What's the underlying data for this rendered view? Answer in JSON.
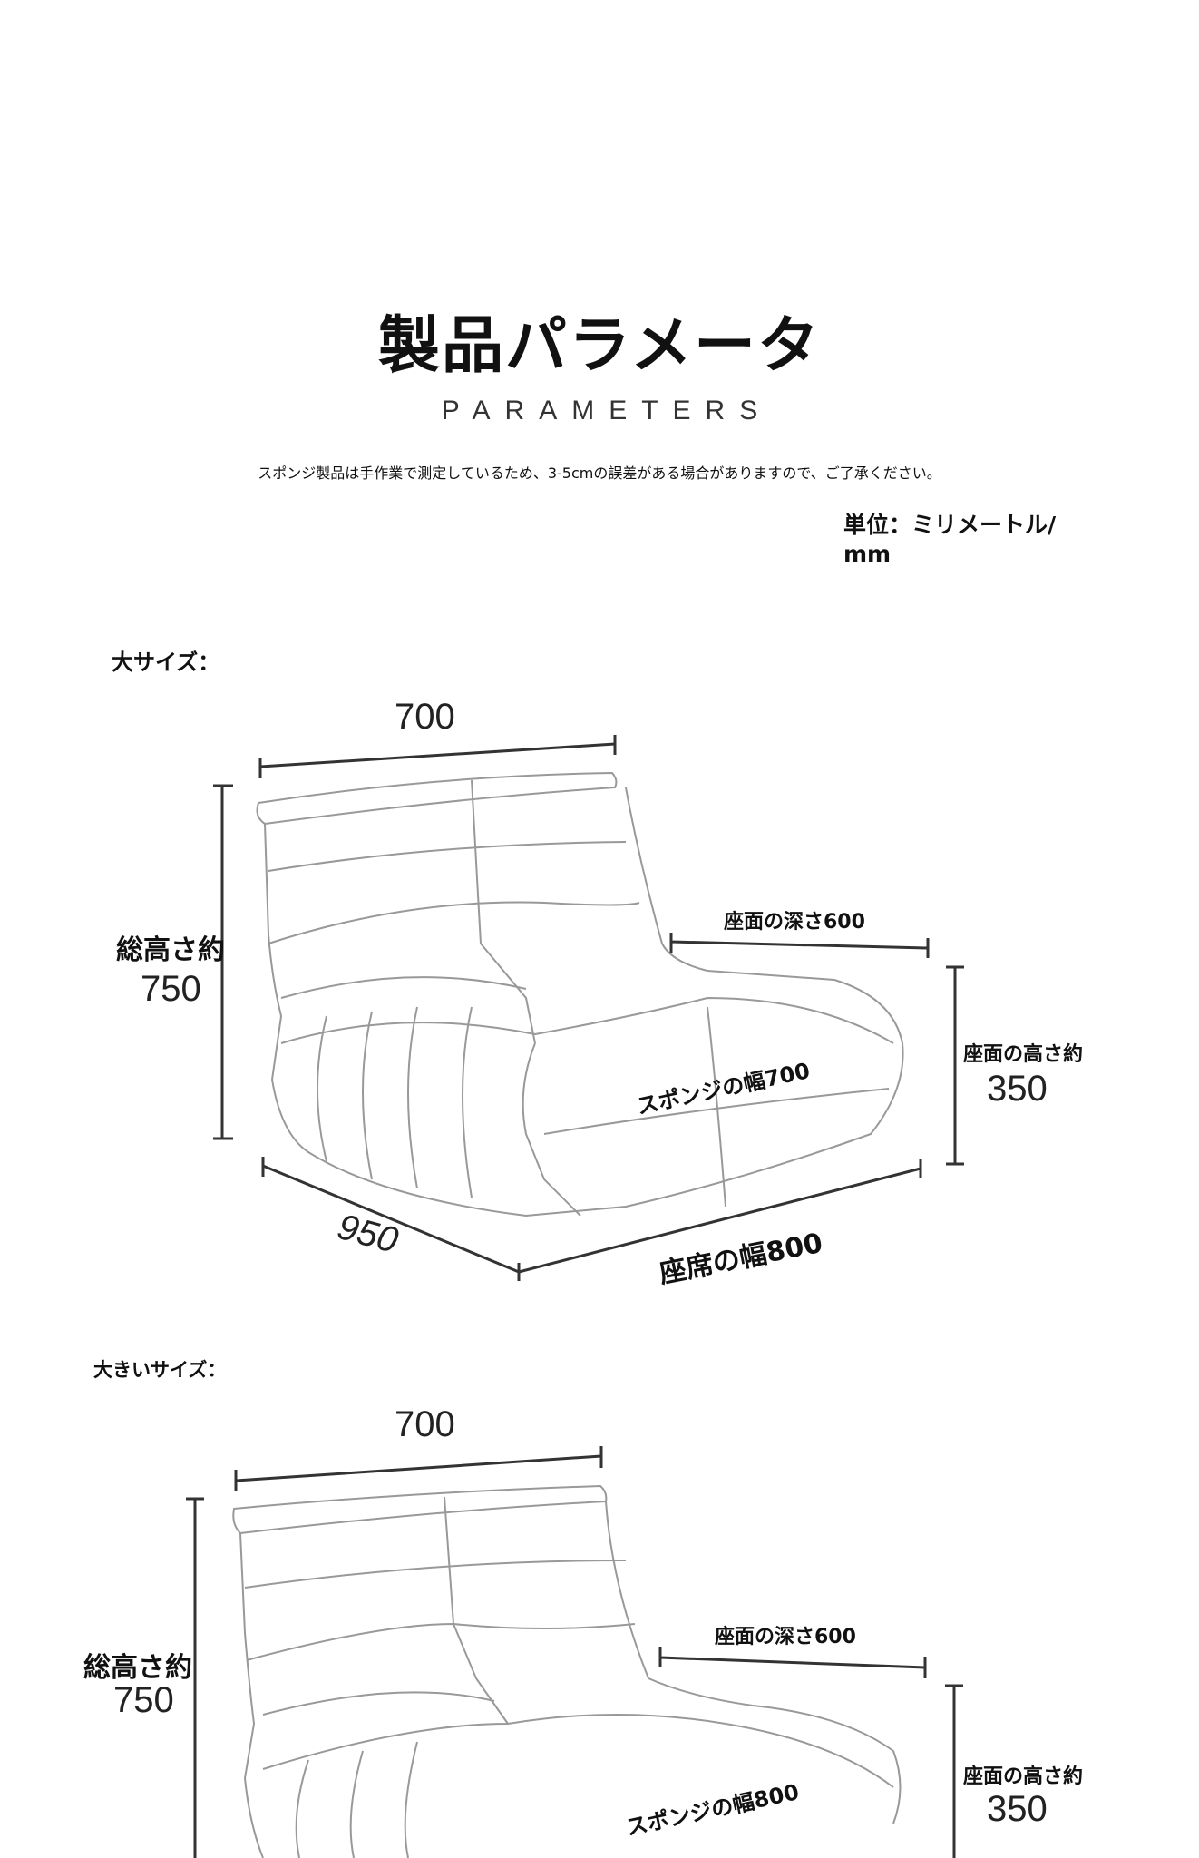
{
  "header": {
    "title": "製品パラメータ",
    "subtitle": "PARAMETERS",
    "note": "スポンジ製品は手作業で測定しているため、3-5cmの誤差がある場合がありますので、ご了承ください。",
    "unit_line1": "単位：ミリメートル/",
    "unit_line2": "mm"
  },
  "sections": [
    {
      "heading": "大サイズ：",
      "width": "700",
      "total_height_label": "総高さ約",
      "total_height": "750",
      "seat_depth": "座面の深さ600",
      "seat_height_label": "座面の高さ約",
      "seat_height": "350",
      "sponge_width": "スポンジの幅700",
      "depth": "950",
      "seat_width": "座席の幅800"
    },
    {
      "heading": "大きいサイズ：",
      "width": "700",
      "total_height_label": "総高さ約",
      "total_height": "750",
      "seat_depth": "座面の深さ600",
      "seat_height_label": "座面の高さ約",
      "seat_height": "350",
      "sponge_width": "スポンジの幅800"
    }
  ]
}
